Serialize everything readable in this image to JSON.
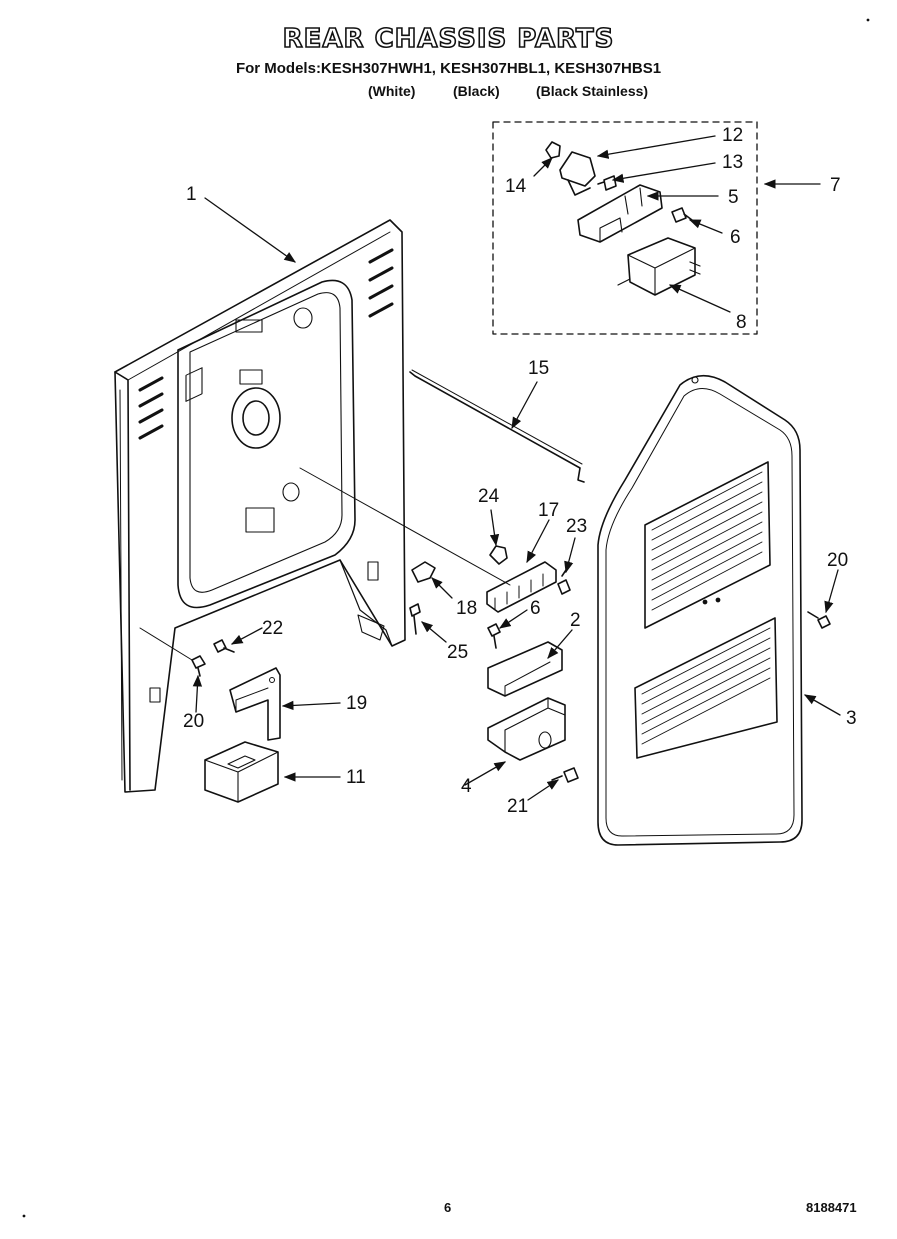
{
  "header": {
    "title": "REAR CHASSIS PARTS",
    "models_line": "For Models:KESH307HWH1, KESH307HBL1, KESH307HBS1",
    "colors": [
      "(White)",
      "(Black)",
      "(Black Stainless)"
    ]
  },
  "callouts": {
    "c1": "1",
    "c2": "2",
    "c3": "3",
    "c4": "4",
    "c5": "5",
    "c6a": "6",
    "c6b": "6",
    "c7": "7",
    "c8": "8",
    "c11": "11",
    "c12": "12",
    "c13": "13",
    "c14": "14",
    "c15": "15",
    "c17": "17",
    "c18": "18",
    "c19": "19",
    "c20a": "20",
    "c20b": "20",
    "c21": "21",
    "c22": "22",
    "c23": "23",
    "c24": "24",
    "c25": "25"
  },
  "footer": {
    "page_number": "6",
    "doc_number": "8188471"
  }
}
